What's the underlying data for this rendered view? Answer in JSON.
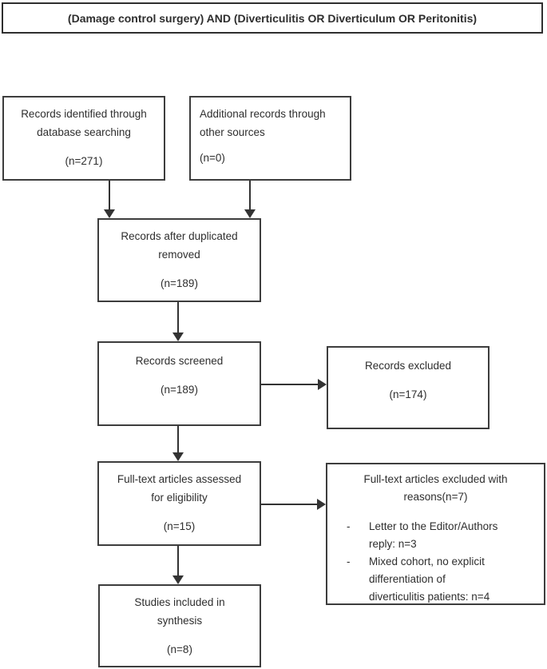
{
  "colors": {
    "border": "#3d3d3d",
    "arrow": "#333333",
    "text": "#2e2e2e",
    "background": "#ffffff"
  },
  "title": {
    "text": "(Damage control surgery) AND (Diverticulitis OR Diverticulum OR Peritonitis)"
  },
  "flowchart": {
    "identified": {
      "label": "Records identified through\ndatabase searching",
      "count": "(n=271)"
    },
    "additional": {
      "label": "Additional records through\nother sources",
      "count": "(n=0)"
    },
    "deduplicated": {
      "label": "Records after duplicated\nremoved",
      "count": "(n=189)"
    },
    "screened": {
      "label": "Records screened",
      "count": "(n=189)"
    },
    "excluded": {
      "label": "Records excluded",
      "count": "(n=174)"
    },
    "assessed": {
      "label": "Full-text articles assessed\nfor eligibility",
      "count": "(n=15)"
    },
    "excluded_reasons": {
      "label": "Full-text articles excluded with\nreasons(n=7)",
      "items": [
        {
          "bullet": "-",
          "text": "Letter to the Editor/Authors\nreply: n=3"
        },
        {
          "bullet": "-",
          "text": "Mixed cohort, no explicit\ndifferentiation of\ndiverticulitis patients: n=4"
        }
      ]
    },
    "included": {
      "label": "Studies included in\nsynthesis",
      "count": "(n=8)"
    }
  }
}
